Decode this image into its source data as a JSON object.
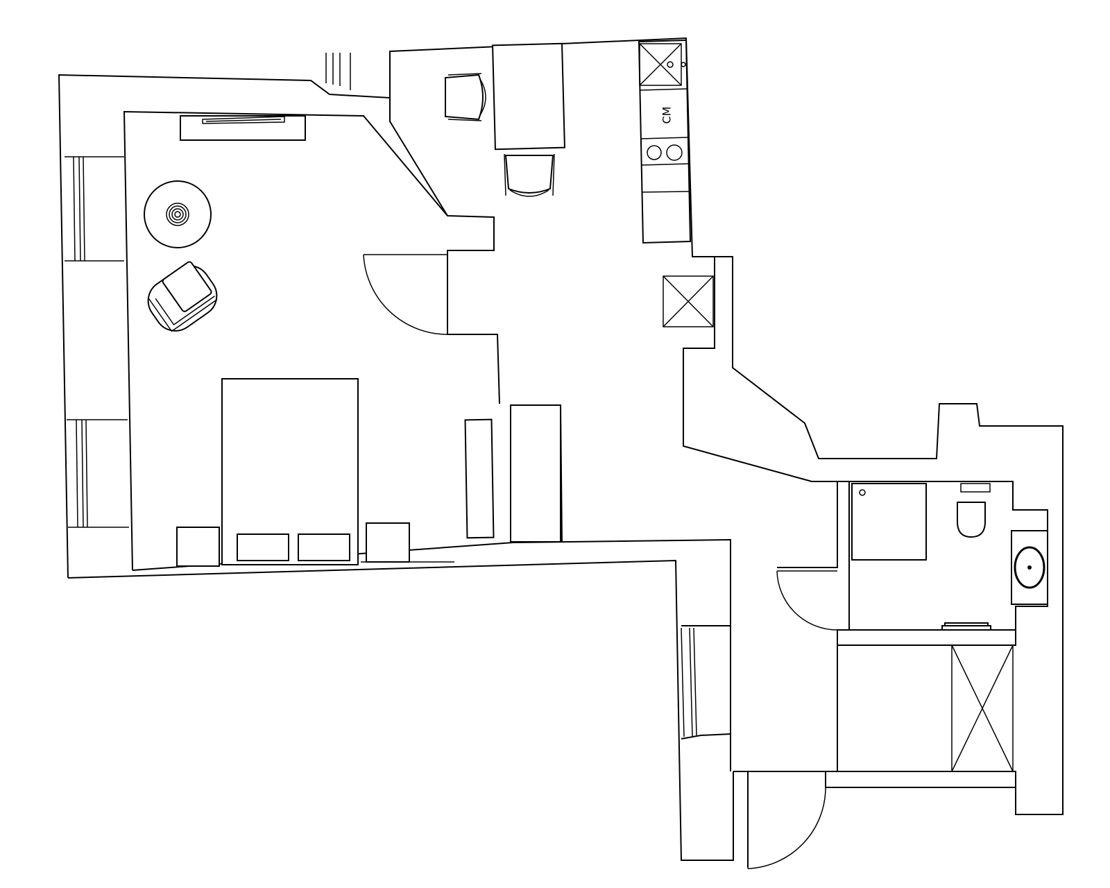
{
  "plan": {
    "rooms": [
      "bedroom-living-room",
      "kitchen-dining",
      "hallway",
      "bathroom"
    ],
    "appliance_labels": {
      "washing_machine": "CM"
    },
    "icons": {
      "door": "door-swing-icon",
      "window": "window-icon",
      "shaft": "ventilation-shaft-icon",
      "chair": "chair-icon",
      "sink": "sink-icon",
      "toilet": "toilet-icon",
      "plant": "plant-icon",
      "bed": "bed-icon"
    },
    "colors": {
      "line": "#000000",
      "background": "#ffffff"
    }
  }
}
